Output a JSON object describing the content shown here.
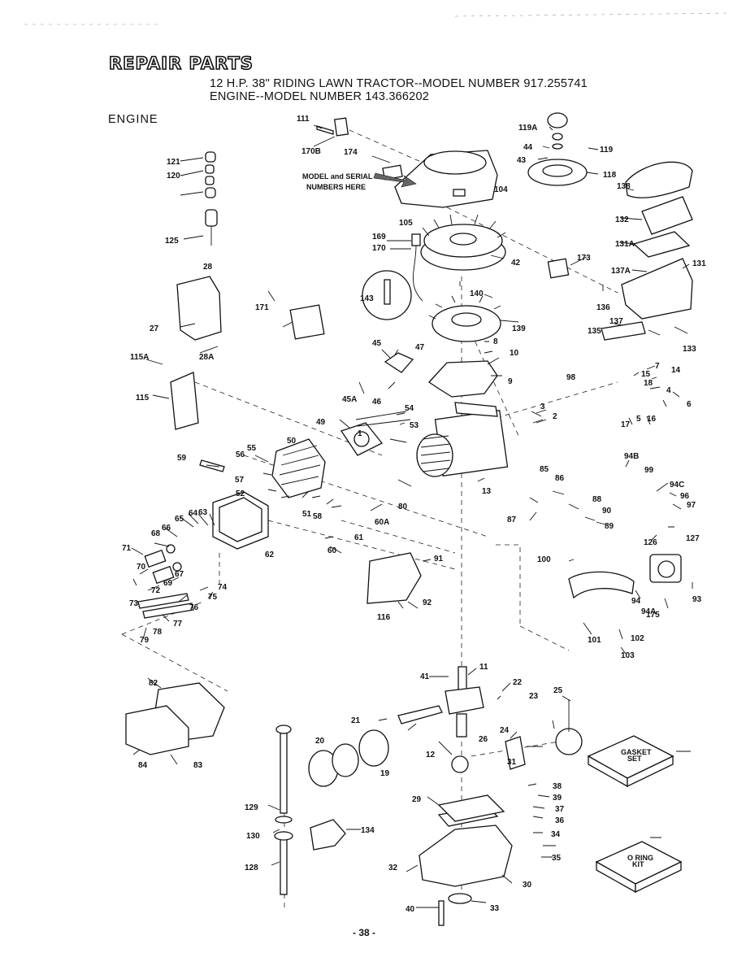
{
  "page": {
    "heading": "REPAIR PARTS",
    "subtitle_line1": "12 H.P. 38\" RIDING LAWN TRACTOR--MODEL NUMBER 917.255741",
    "subtitle_line2": "ENGINE--MODEL NUMBER 143.366202",
    "section": "ENGINE",
    "page_number": "- 38 -"
  },
  "notes": {
    "model_serial": [
      "MODEL and SERIAL",
      "NUMBERS HERE"
    ],
    "gasket_set": [
      "GASKET",
      "SET"
    ],
    "o_ring_kit": [
      "O RING",
      "KIT"
    ]
  },
  "callouts": [
    "1",
    "2",
    "3",
    "4",
    "5",
    "6",
    "7",
    "8",
    "9",
    "10",
    "11",
    "12",
    "13",
    "14",
    "15",
    "16",
    "17",
    "18",
    "19",
    "20",
    "21",
    "22",
    "23",
    "24",
    "25",
    "26",
    "27",
    "28",
    "28A",
    "29",
    "30",
    "31",
    "32",
    "33",
    "34",
    "35",
    "36",
    "37",
    "38",
    "39",
    "40",
    "41",
    "42",
    "43",
    "44",
    "45",
    "45A",
    "46",
    "47",
    "49",
    "50",
    "51",
    "52",
    "53",
    "54",
    "55",
    "56",
    "57",
    "58",
    "59",
    "60",
    "60A",
    "61",
    "62",
    "63",
    "64",
    "65",
    "66",
    "67",
    "68",
    "69",
    "70",
    "71",
    "72",
    "73",
    "74",
    "75",
    "76",
    "77",
    "78",
    "79",
    "80",
    "82",
    "83",
    "84",
    "85",
    "86",
    "87",
    "88",
    "89",
    "90",
    "91",
    "92",
    "93",
    "94",
    "94A",
    "94B",
    "94C",
    "96",
    "97",
    "98",
    "99",
    "100",
    "101",
    "102",
    "103",
    "104",
    "105",
    "111",
    "115",
    "115A",
    "116",
    "118",
    "119",
    "119A",
    "120",
    "121",
    "125",
    "126",
    "127",
    "128",
    "129",
    "130",
    "131",
    "131A",
    "132",
    "133",
    "134",
    "135",
    "136",
    "137",
    "137A",
    "138",
    "139",
    "140",
    "143",
    "169",
    "170",
    "170B",
    "171",
    "173",
    "174",
    "175"
  ]
}
